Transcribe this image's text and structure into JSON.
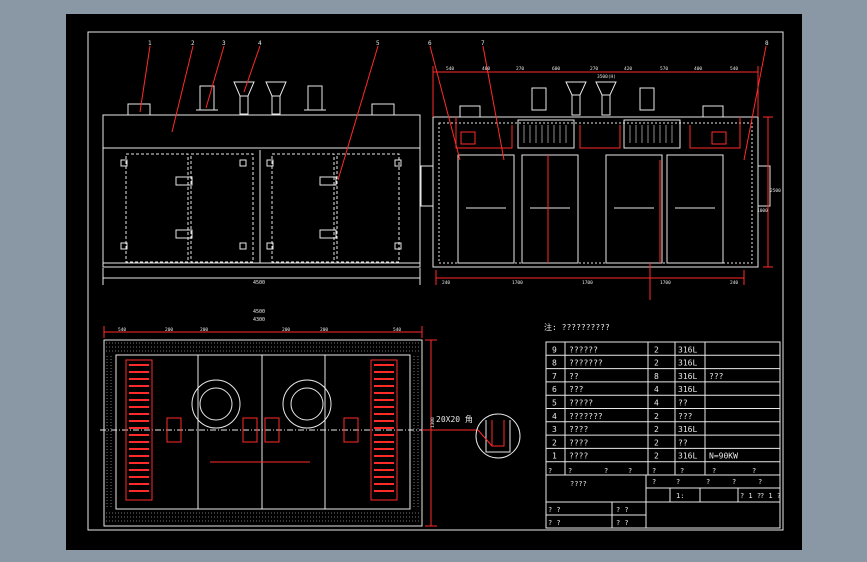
{
  "drawing": {
    "background_colors": {
      "frame": "#8a98a6",
      "sheet": "#000000",
      "line_white": "#e8e8e8",
      "line_red": "#ff2a2a"
    },
    "front_view": {
      "callouts": [
        "1",
        "2",
        "3",
        "4",
        "5"
      ],
      "overall_length": "4500"
    },
    "side_view": {
      "callouts": [
        "6",
        "7",
        "8"
      ],
      "top_dims": [
        "540",
        "400",
        "270",
        "600",
        "270",
        "420",
        "570",
        "400",
        "540"
      ],
      "bottom_dims": [
        "240",
        "1700",
        "1700",
        "1700",
        "240"
      ],
      "right_dims": [
        "1000",
        "2500"
      ],
      "label_center": "3500(H)"
    },
    "plan_view": {
      "overall_width": "4500",
      "inner_width": "4300",
      "top_dims": [
        "540",
        "200",
        "200",
        "200",
        "200",
        "540"
      ],
      "detail_label": "20X20 角",
      "side_dim": "1300"
    },
    "notes_title": "注: ??????????",
    "bom": {
      "rows": [
        {
          "no": "9",
          "name": "??????",
          "qty": "2",
          "mat": "316L",
          "note": ""
        },
        {
          "no": "8",
          "name": "???????",
          "qty": "2",
          "mat": "316L",
          "note": ""
        },
        {
          "no": "7",
          "name": "??",
          "qty": "8",
          "mat": "316L",
          "note": "???"
        },
        {
          "no": "6",
          "name": "???",
          "qty": "4",
          "mat": "316L",
          "note": ""
        },
        {
          "no": "5",
          "name": "?????",
          "qty": "4",
          "mat": "??",
          "note": ""
        },
        {
          "no": "4",
          "name": "???????",
          "qty": "2",
          "mat": "???",
          "note": ""
        },
        {
          "no": "3",
          "name": "????",
          "qty": "2",
          "mat": "316L",
          "note": ""
        },
        {
          "no": "2",
          "name": "????",
          "qty": "2",
          "mat": "??",
          "note": ""
        },
        {
          "no": "1",
          "name": "????",
          "qty": "2",
          "mat": "316L",
          "note": "N=90KW"
        }
      ],
      "header": [
        "?",
        "?",
        "?",
        "?",
        "?",
        "?",
        "?",
        "?"
      ],
      "title_block": {
        "name": "????",
        "cells": [
          "?",
          "?",
          "?",
          "?",
          "?",
          "?",
          "?",
          "?"
        ],
        "scale": "1:",
        "sheet": "? 1 ?",
        "sheet2": "? 1 ?",
        "bottom": [
          "? ?",
          "? ?",
          "? ?",
          "? ?"
        ]
      }
    }
  }
}
